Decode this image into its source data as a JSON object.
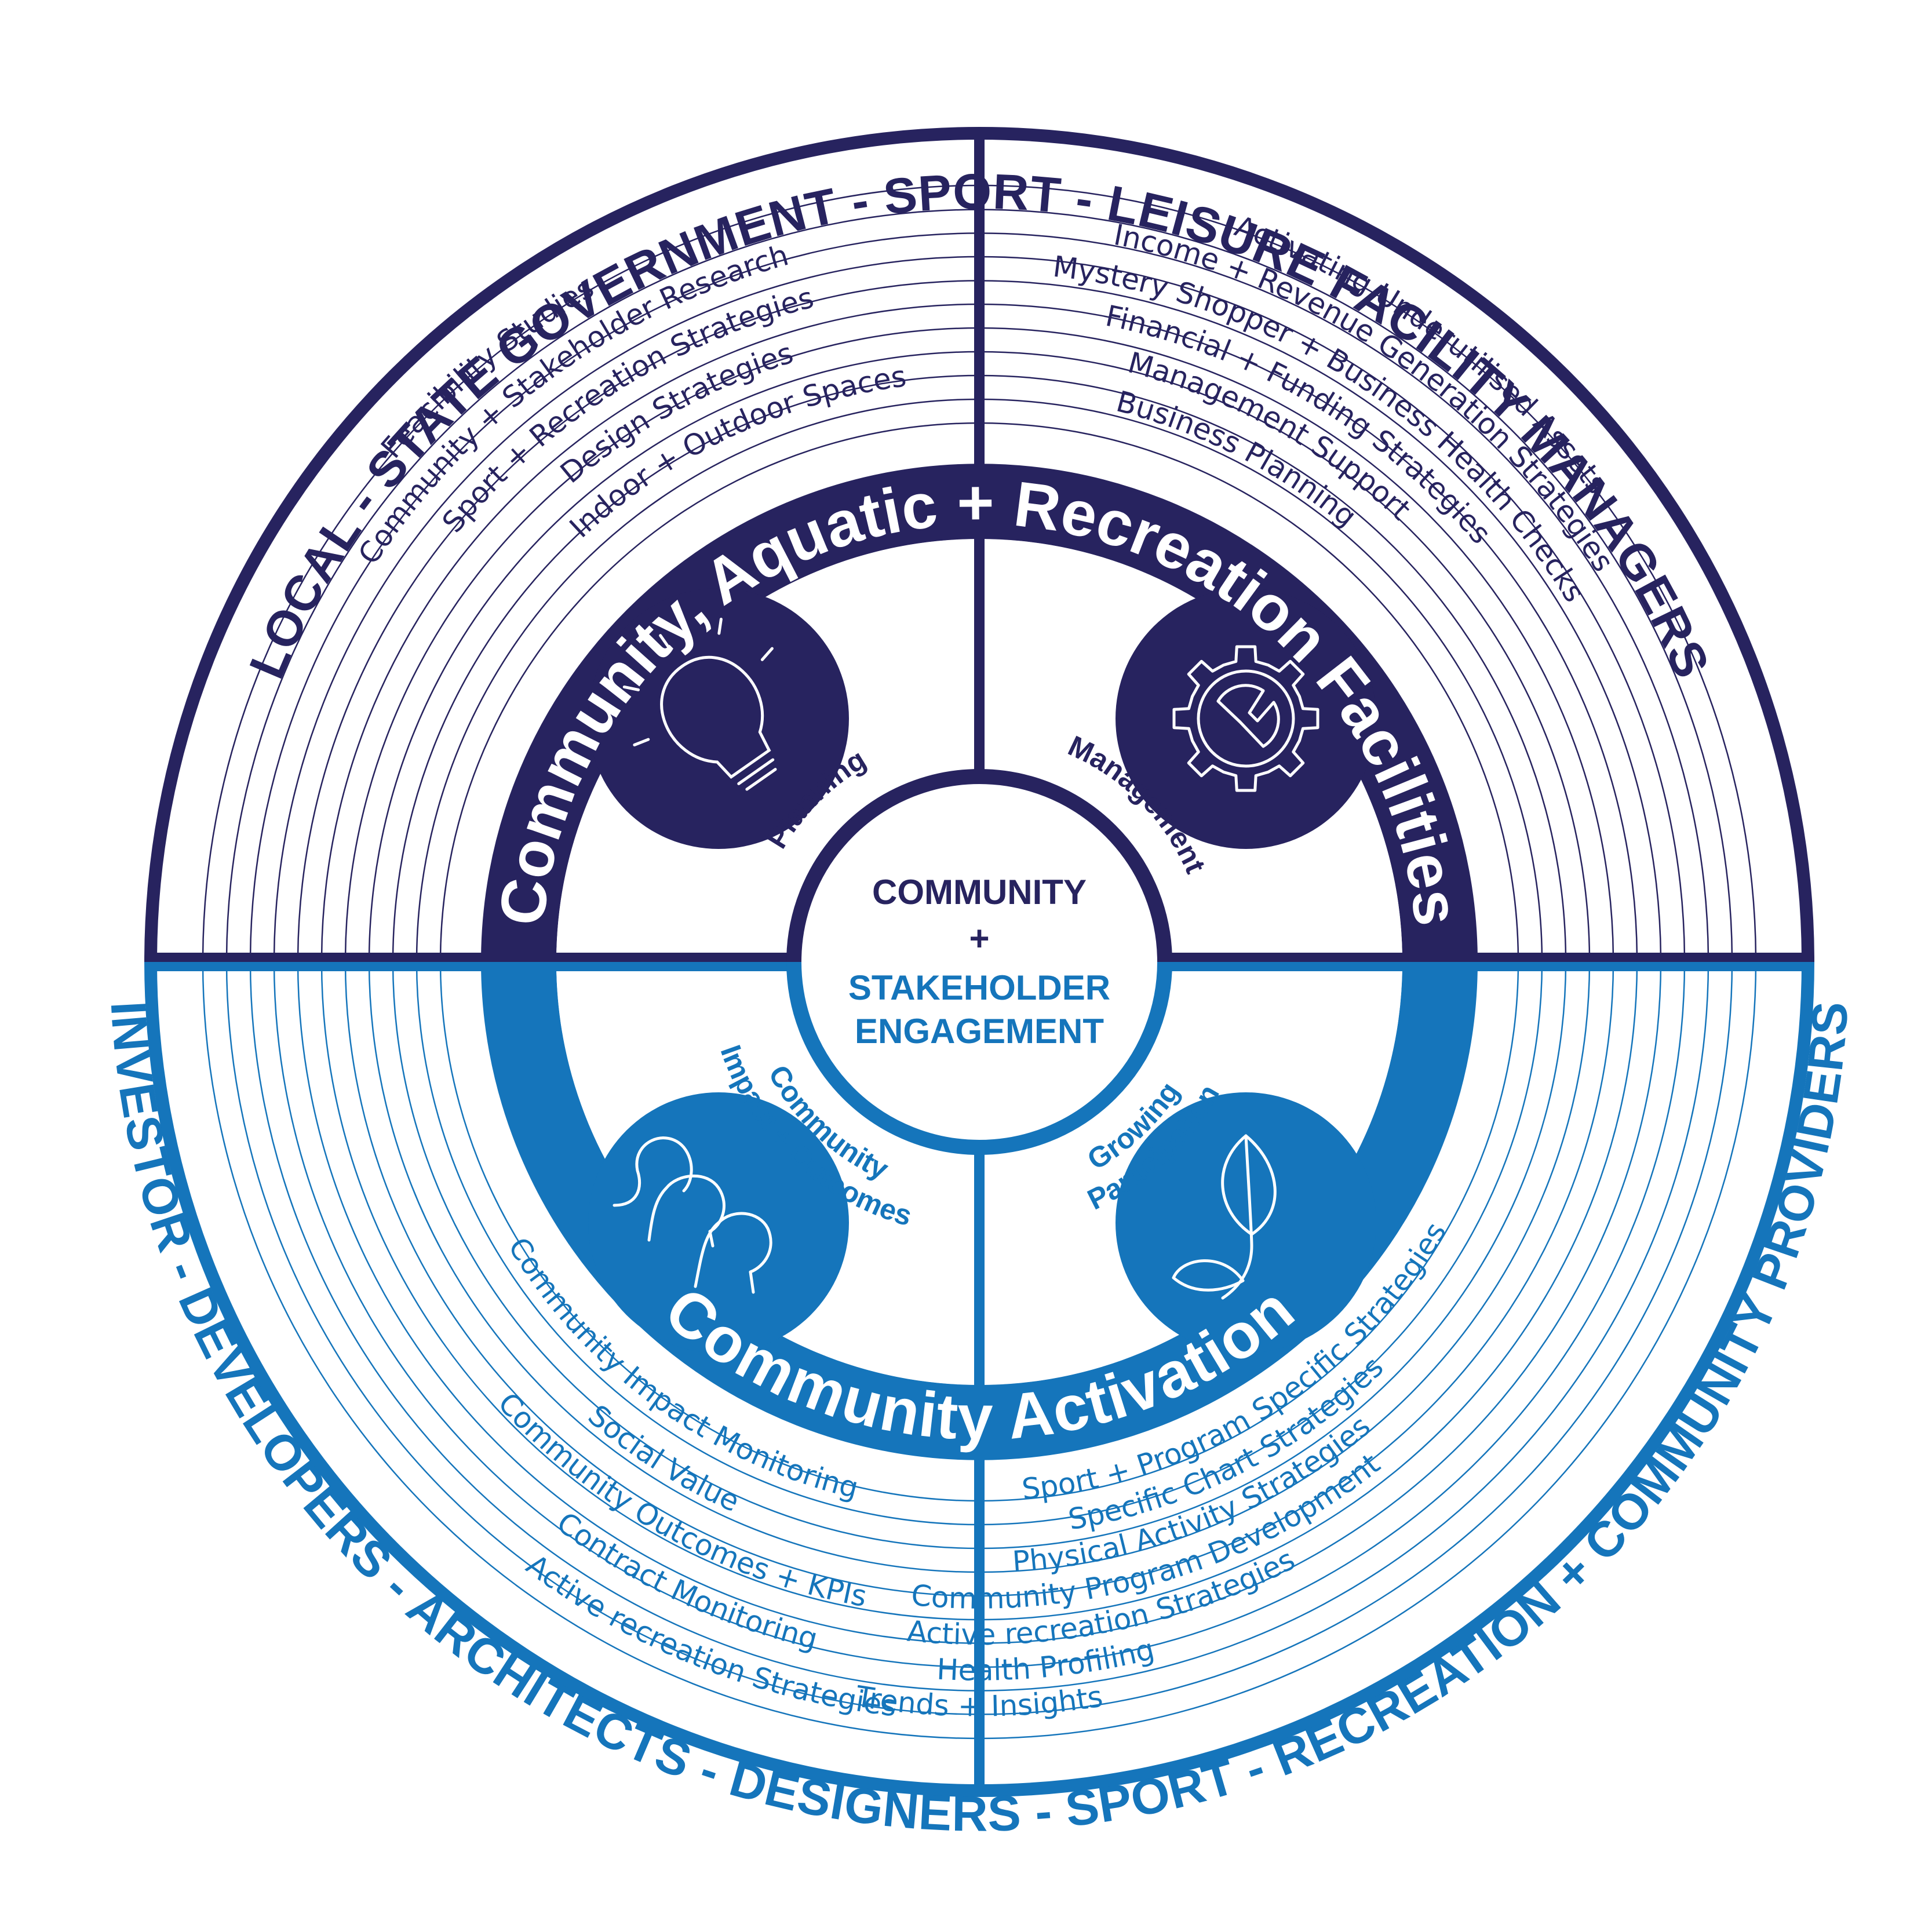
{
  "colors": {
    "navy": "#27235f",
    "blue": "#1575bb",
    "white": "#ffffff"
  },
  "outer_labels": {
    "top": "LOCAL - STATE GOVERNMENT - SPORT - LEISURE FACILITY MANAGERS",
    "bottom": "INVESTOR - DEVELOPERS - ARCHITECTS - DESIGNERS - SPORT - RECREATION + COMMUNITY PROVIDERS"
  },
  "bands": {
    "top": "Community, Aquatic + Recreation Facilities",
    "bottom": "Community Activation"
  },
  "core": {
    "line1": "COMMUNITY",
    "line2": "+",
    "line3": "STAKEHOLDER",
    "line4": "ENGAGEMENT"
  },
  "quadrants": {
    "planning": {
      "label": "Planning",
      "icon": "lightbulb-icon",
      "items": [
        "Feacibility Studies",
        "Community + Stakeholder Research",
        "Sport + Recreation Strategies",
        "Design Strategies",
        "Indoor + Outdoor Spaces"
      ]
    },
    "management": {
      "label": "Management",
      "icon": "gear-wrench-icon",
      "items": [
        "Activating Underutilised Assets",
        "Income + Revenue Generation Strategies",
        "Mystery Shopper + Business Health Checks",
        "Financial + Funding Strategies",
        "Management Support",
        "Business Planning"
      ]
    },
    "growing": {
      "label_line1": "Growing",
      "label_line2": "Participation",
      "icon": "people-icon",
      "items": [
        "Sport + Program Specific Strategies",
        "Specific Chart Strategies",
        "Physical Activity Strategies",
        "Community Program Development",
        "Active recreation Strategies",
        "Health Profiling",
        "Trends + Insights"
      ]
    },
    "impact": {
      "label_line1": "Community",
      "label_line2": "Impact + Outcomes",
      "icon": "leaf-icon",
      "items": [
        "Community Impact Monitoring",
        "Social Value",
        "Community Outcomes + KPIs",
        "Contract Monitoring",
        "Active recreation Strategies"
      ]
    }
  }
}
